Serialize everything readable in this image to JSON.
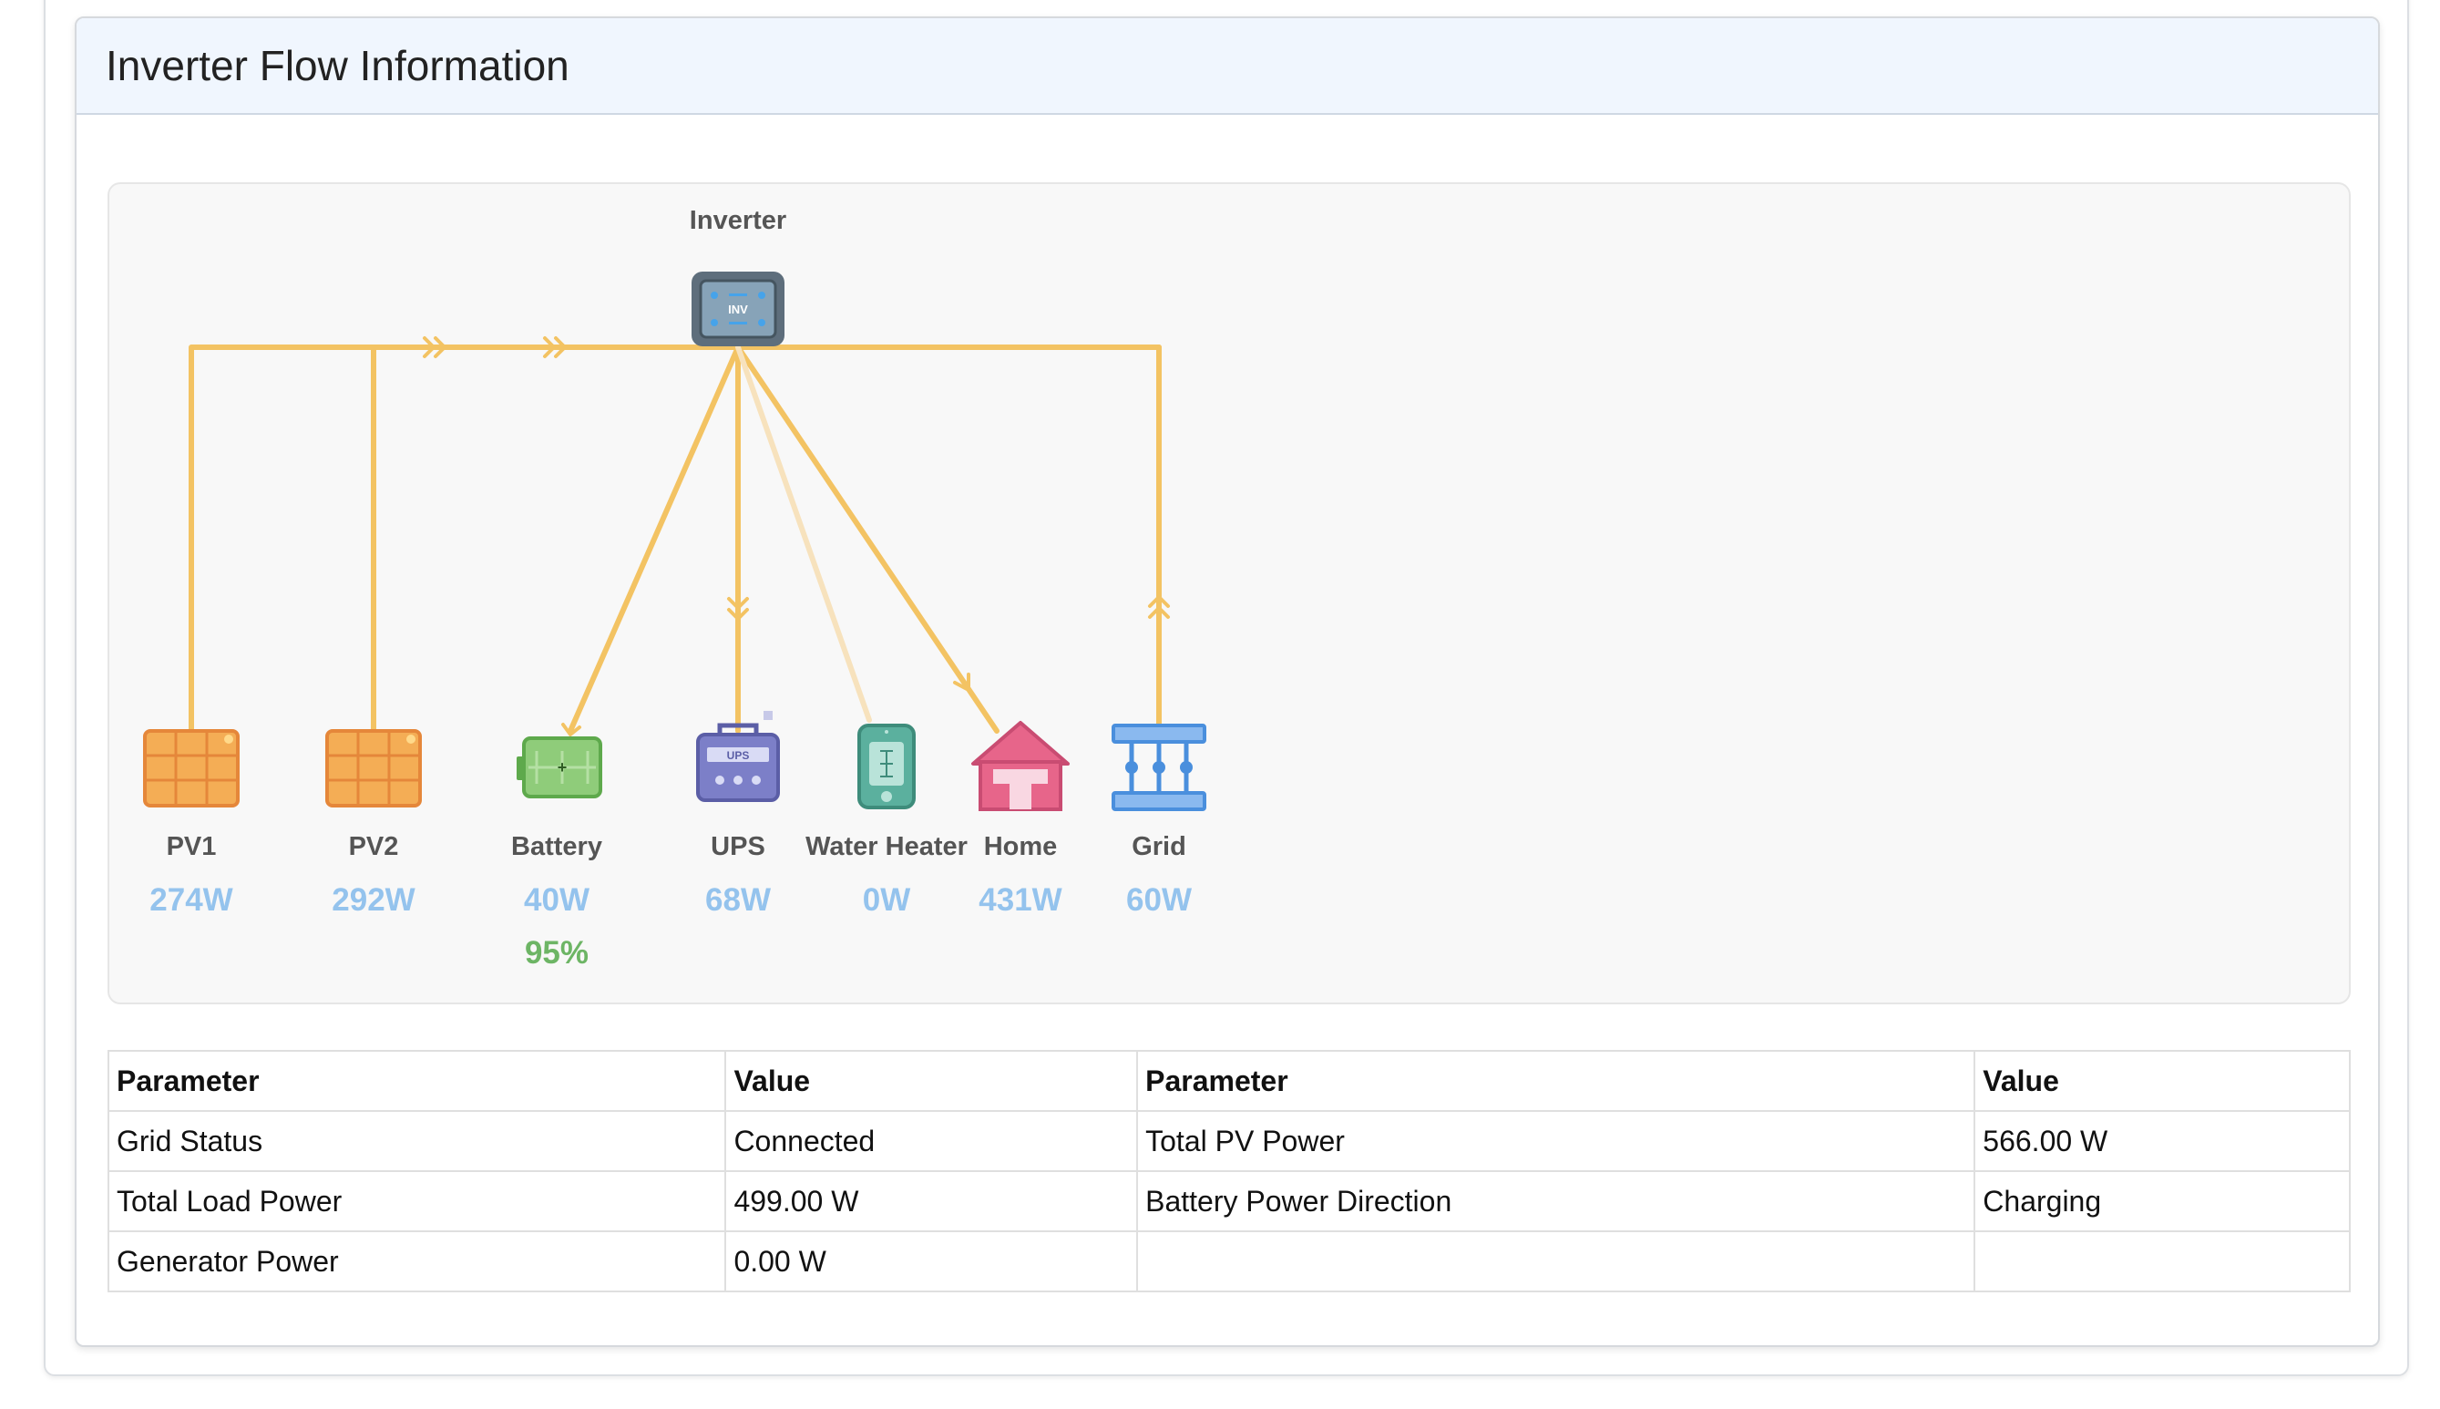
{
  "card": {
    "title": "Inverter Flow Information"
  },
  "diagram": {
    "inverter_label": "Inverter",
    "inverter_badge": "INV",
    "ups_badge": "UPS",
    "battery_plus": "+",
    "nodes": [
      {
        "name": "PV1",
        "power": "274W",
        "icon": "solar-panel-icon"
      },
      {
        "name": "PV2",
        "power": "292W",
        "icon": "solar-panel-icon"
      },
      {
        "name": "Battery",
        "power": "40W",
        "soc": "95%",
        "icon": "battery-icon"
      },
      {
        "name": "UPS",
        "power": "68W",
        "icon": "ups-icon"
      },
      {
        "name": "Water Heater",
        "power": "0W",
        "icon": "water-heater-icon"
      },
      {
        "name": "Home",
        "power": "431W",
        "icon": "home-icon"
      },
      {
        "name": "Grid",
        "power": "60W",
        "icon": "grid-tower-icon"
      }
    ],
    "colors": {
      "flow": "#f3c363",
      "flow_inactive": "#f7e2bd",
      "power_text": "#94c3ed",
      "soc_text": "#6db565"
    }
  },
  "table": {
    "headers": [
      "Parameter",
      "Value",
      "Parameter",
      "Value"
    ],
    "rows": [
      [
        "Grid Status",
        "Connected",
        "Total PV Power",
        "566.00 W"
      ],
      [
        "Total Load Power",
        "499.00 W",
        "Battery Power Direction",
        "Charging"
      ],
      [
        "Generator Power",
        "0.00 W",
        "",
        ""
      ]
    ]
  }
}
